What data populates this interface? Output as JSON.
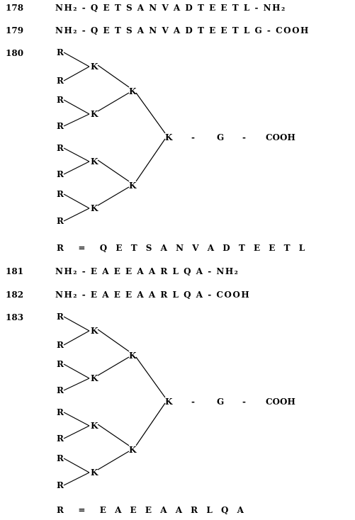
{
  "compounds": [
    {
      "number": "178",
      "sequence": "NH₂ - Q E T S A N V A D T E E T L - NH₂"
    },
    {
      "number": "179",
      "sequence": "NH₂ - Q E T S A N V A D T E E T L G - COOH"
    },
    {
      "number": "180",
      "dendrimer": {
        "leaf": "R",
        "branch": "K",
        "core": "K",
        "linker": "G",
        "terminus": "COOH"
      },
      "r_definition": "R  =  Q E T S A N V A D T E E T L"
    },
    {
      "number": "181",
      "sequence": "NH₂ - E A E E A A R L Q A - NH₂"
    },
    {
      "number": "182",
      "sequence": "NH₂ - E A E E A A R L Q A - COOH"
    },
    {
      "number": "183",
      "dendrimer": {
        "leaf": "R",
        "branch": "K",
        "core": "K",
        "linker": "G",
        "terminus": "COOH"
      },
      "r_definition": "R  =  E A E E A A R L Q A"
    }
  ]
}
